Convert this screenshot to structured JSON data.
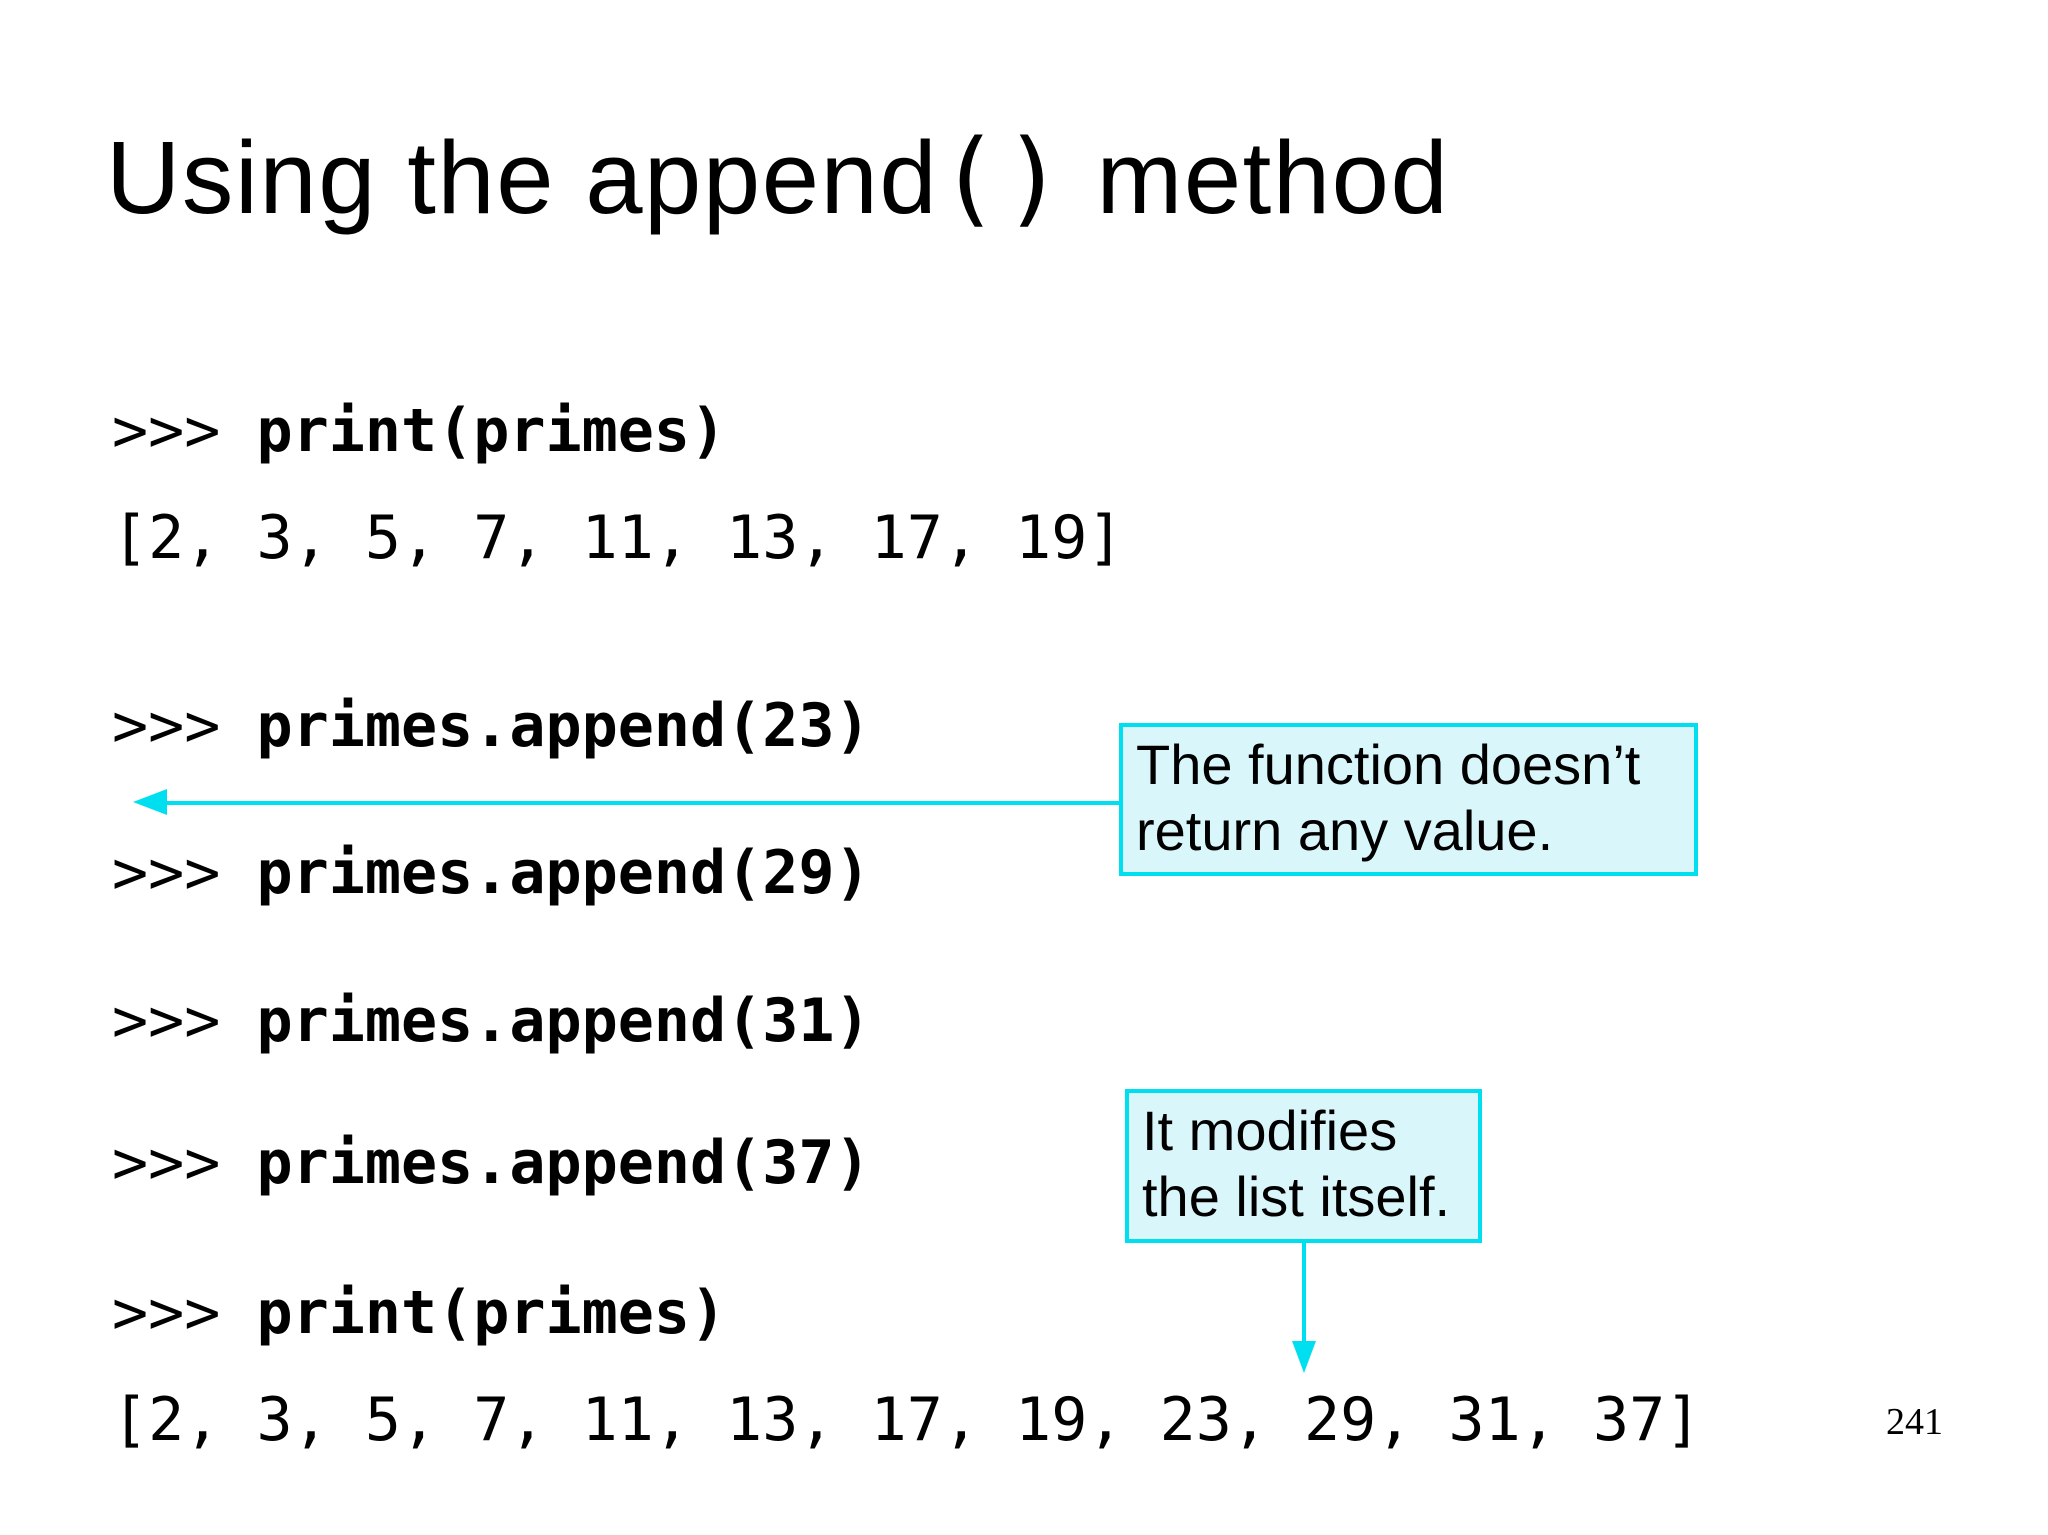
{
  "slide": {
    "title": {
      "full": "Using the append() method",
      "prefix": "Using the append",
      "parens": "()",
      "suffix": " method"
    },
    "page_number": "241"
  },
  "terminal": {
    "lines": [
      {
        "type": "input",
        "prompt": ">>>",
        "code": "print(primes)"
      },
      {
        "type": "output",
        "text": "[2, 3, 5, 7, 11, 13, 17, 19]"
      },
      {
        "type": "input",
        "prompt": ">>>",
        "code": "primes.append(23)"
      },
      {
        "type": "input",
        "prompt": ">>>",
        "code": "primes.append(29)"
      },
      {
        "type": "input",
        "prompt": ">>>",
        "code": "primes.append(31)"
      },
      {
        "type": "input",
        "prompt": ">>>",
        "code": "primes.append(37)"
      },
      {
        "type": "input",
        "prompt": ">>>",
        "code": "print(primes)"
      },
      {
        "type": "output",
        "text": "[2, 3, 5, 7, 11, 13, 17, 19, 23, 29, 31, 37]"
      }
    ]
  },
  "callouts": [
    {
      "text": "The function doesn’t return any value.",
      "lines": [
        "The function doesn’t",
        "return any value."
      ],
      "arrow_direction": "left"
    },
    {
      "text": "It modifies the list itself.",
      "lines": [
        "It modifies",
        "the list itself."
      ],
      "arrow_direction": "down"
    }
  ],
  "colors": {
    "accent_cyan": "#00dff0",
    "callout_fill": "#d9f7fb",
    "text": "#000000",
    "background": "#ffffff"
  }
}
